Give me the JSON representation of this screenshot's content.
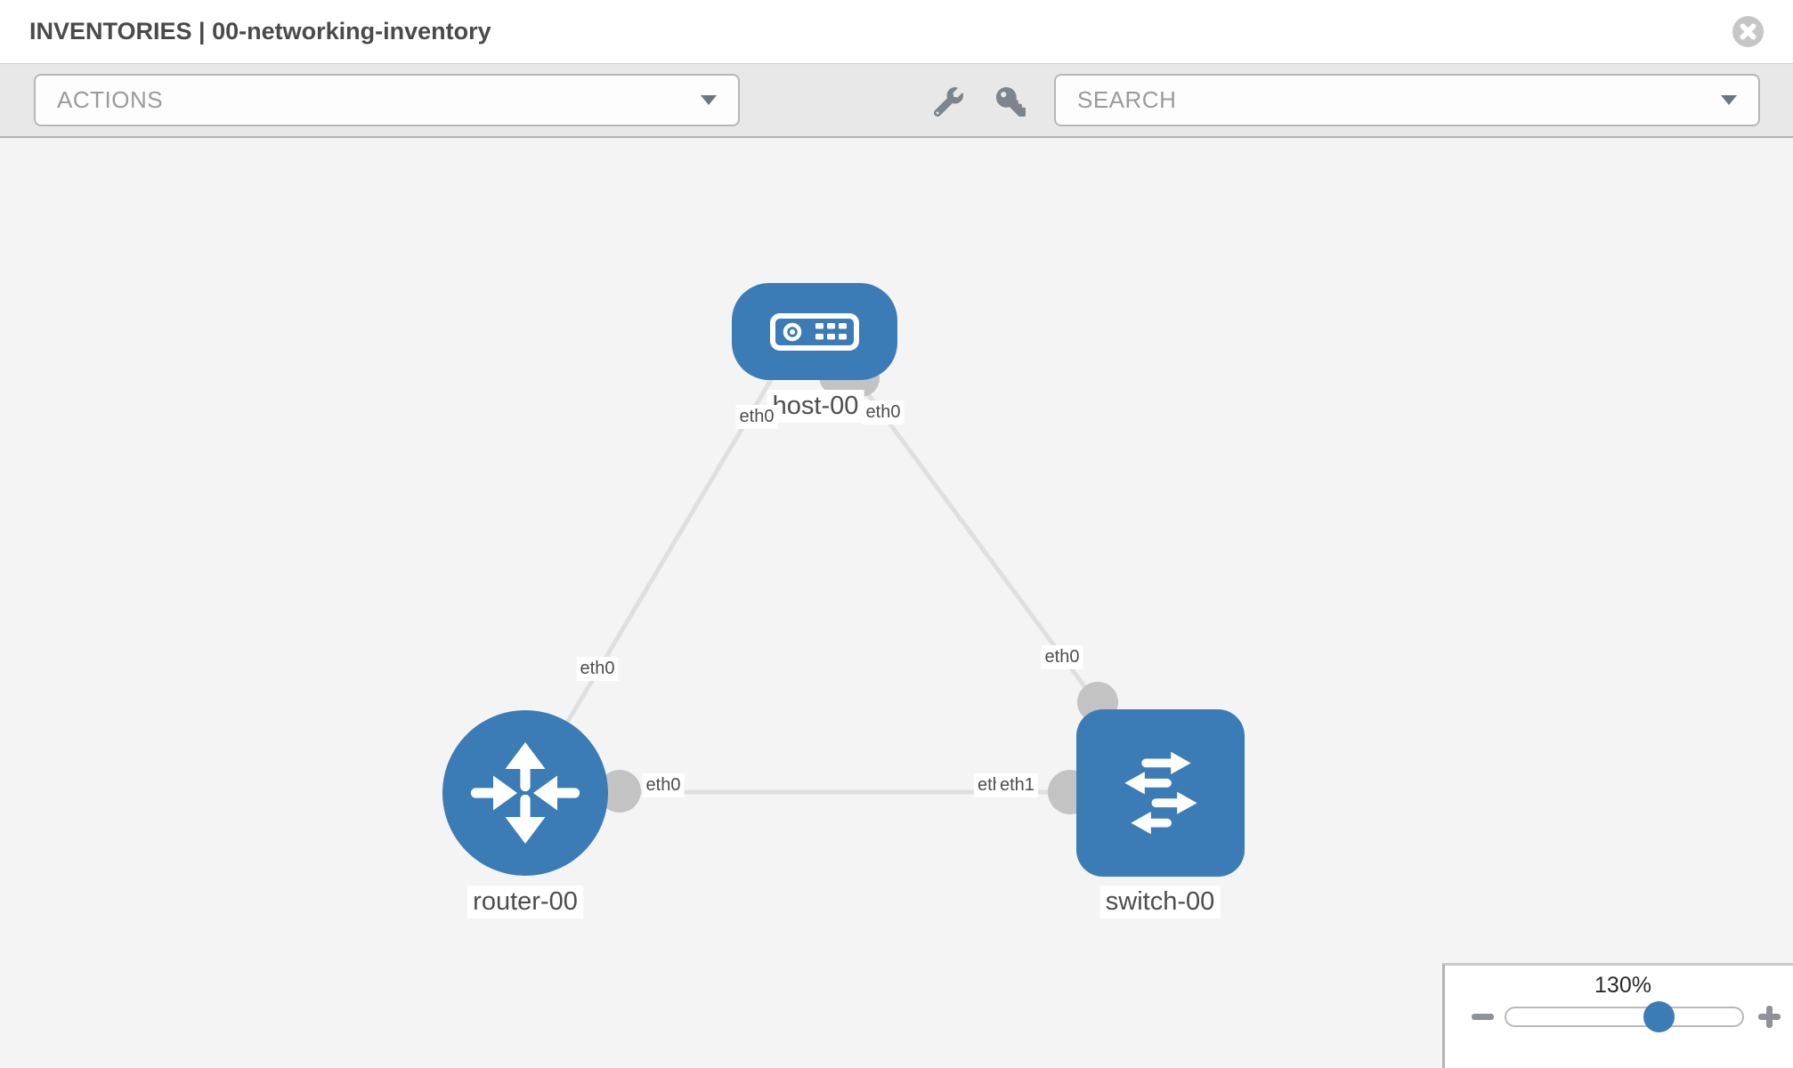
{
  "header": {
    "title": "INVENTORIES | 00-networking-inventory"
  },
  "toolbar": {
    "actions_label": "ACTIONS",
    "search_label": "SEARCH",
    "icons": [
      "wrench-icon",
      "key-icon"
    ]
  },
  "canvas": {
    "nodes": [
      {
        "id": "host-00",
        "label": "host-00",
        "type": "host",
        "shape": "rounded-rect"
      },
      {
        "id": "router-00",
        "label": "router-00",
        "type": "router",
        "shape": "circle"
      },
      {
        "id": "switch-00",
        "label": "switch-00",
        "type": "switch",
        "shape": "rounded-square"
      }
    ],
    "links": [
      {
        "from": "host-00",
        "to": "router-00",
        "from_interface": "eth0",
        "to_interface": "eth0"
      },
      {
        "from": "host-00",
        "to": "switch-00",
        "from_interface": "eth0",
        "to_interface": "eth0"
      },
      {
        "from": "router-00",
        "to": "switch-00",
        "from_interface": "eth0",
        "to_interface": "eth1",
        "overlapped_label": "eth0"
      }
    ]
  },
  "zoom": {
    "level": "130%"
  },
  "colors": {
    "node_blue": "#3b7cb6",
    "link_gray": "#dfdfdf",
    "port_gray": "#c3c3c3",
    "canvas_bg": "#f4f4f4",
    "toolbar_bg": "#e8e8e8"
  }
}
